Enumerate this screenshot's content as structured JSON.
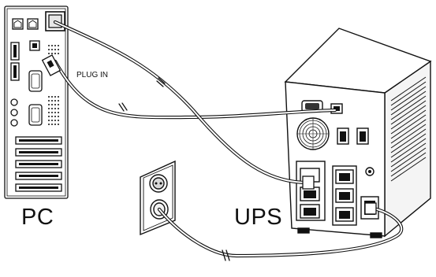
{
  "labels": {
    "pc": "PC",
    "ups": "UPS",
    "plug_in": "PLUG IN"
  },
  "colors": {
    "line": "#111111",
    "fill": "#ffffff",
    "shade": "#bfbfbf",
    "dark": "#1a1a1a"
  }
}
